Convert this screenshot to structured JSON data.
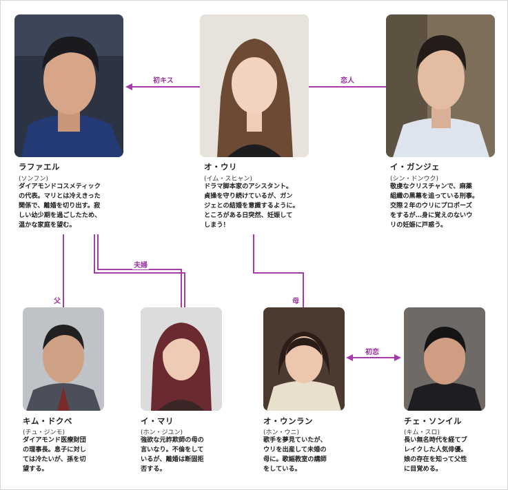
{
  "colors": {
    "line": "#a53ba8",
    "label": "#9b2f9f"
  },
  "characters": {
    "raphael": {
      "name": "ラファエル",
      "actor": "(ソンフン)",
      "desc_lines": [
        "ダイアモンドコスメティック",
        "の代表。マリとは冷えきった",
        "関係で、離婚を切り出す。寂",
        "しい幼少期を過ごしたため、",
        "温かな家庭を望む。"
      ]
    },
    "uri": {
      "name": "オ・ウリ",
      "actor": "(イム・スヒャン)",
      "desc_lines": [
        "ドラマ脚本家のアシスタント。",
        "貞操を守り続けているが、ガン",
        "ジェとの結婚を意識するように。",
        "ところがある日突然、妊娠して",
        "しまう！"
      ]
    },
    "ganje": {
      "name": "イ・ガンジェ",
      "actor": "(シン・ドンウク)",
      "desc_lines": [
        "敬虔なクリスチャンで、麻薬",
        "組織の黒幕を追っている刑事。",
        "交際２年のウリにプロポーズ",
        "をするが…身に覚えのないウ",
        "リの妊娠に戸惑う。"
      ]
    },
    "dokube": {
      "name": "キム・ドクベ",
      "actor": "(チュ・ジンモ)",
      "desc_lines": [
        "ダイアモンド医療財団",
        "の理事長。息子に対し",
        "ては冷たいが、孫を切",
        "望する。"
      ]
    },
    "mari": {
      "name": "イ・マリ",
      "actor": "(ホン・ジユン)",
      "desc_lines": [
        "強欲な元詐欺師の母の",
        "言いなり。不倫をして",
        "いるが、離婚は断固拒",
        "否する。"
      ]
    },
    "unran": {
      "name": "オ・ウンラン",
      "actor": "(ホン・ウニ)",
      "desc_lines": [
        "歌手を夢見ていたが、",
        "ウリを出産して未婚の",
        "母に。歌謡教室の講師",
        "をしている。"
      ]
    },
    "sonil": {
      "name": "チェ・ソンイル",
      "actor": "(キム・スロ)",
      "desc_lines": [
        "長い無名時代を経てブ",
        "レイクした人気俳優。",
        "娘の存在を知って父性",
        "に目覚める。"
      ]
    }
  },
  "relations": {
    "first_kiss": "初キス",
    "lovers": "恋人",
    "married": "夫婦",
    "father": "父",
    "mother": "母",
    "first_love": "初恋"
  }
}
